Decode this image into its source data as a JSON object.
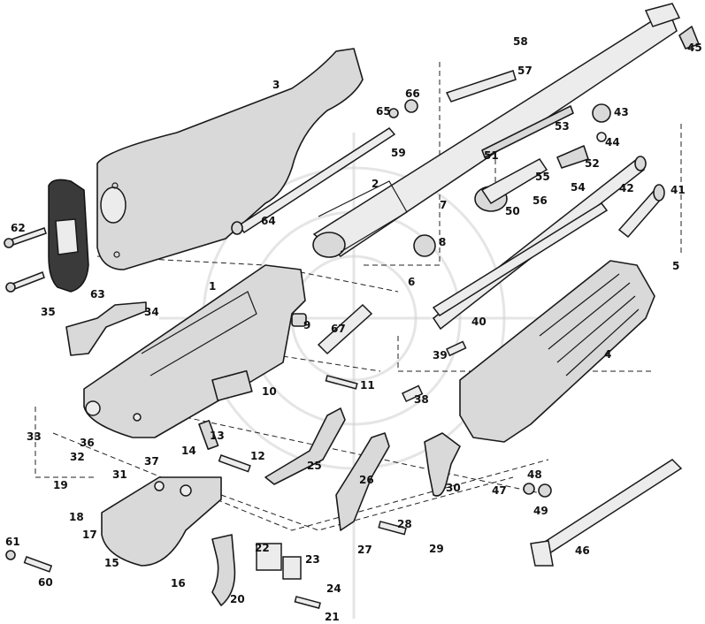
{
  "diagram": {
    "callouts": [
      "1",
      "2",
      "3",
      "4",
      "5",
      "6",
      "7",
      "8",
      "9",
      "10",
      "11",
      "12",
      "13",
      "14",
      "15",
      "16",
      "17",
      "18",
      "19",
      "20",
      "21",
      "22",
      "23",
      "24",
      "25",
      "26",
      "27",
      "28",
      "29",
      "30",
      "31",
      "32",
      "33",
      "35",
      "36",
      "37",
      "38",
      "39",
      "40",
      "41",
      "42",
      "43",
      "44",
      "45",
      "46",
      "47",
      "48",
      "49",
      "50",
      "51",
      "52",
      "53",
      "54",
      "55",
      "56",
      "57",
      "58",
      "59",
      "60",
      "61",
      "62",
      "63",
      "64",
      "65",
      "66",
      "67",
      "34"
    ]
  }
}
